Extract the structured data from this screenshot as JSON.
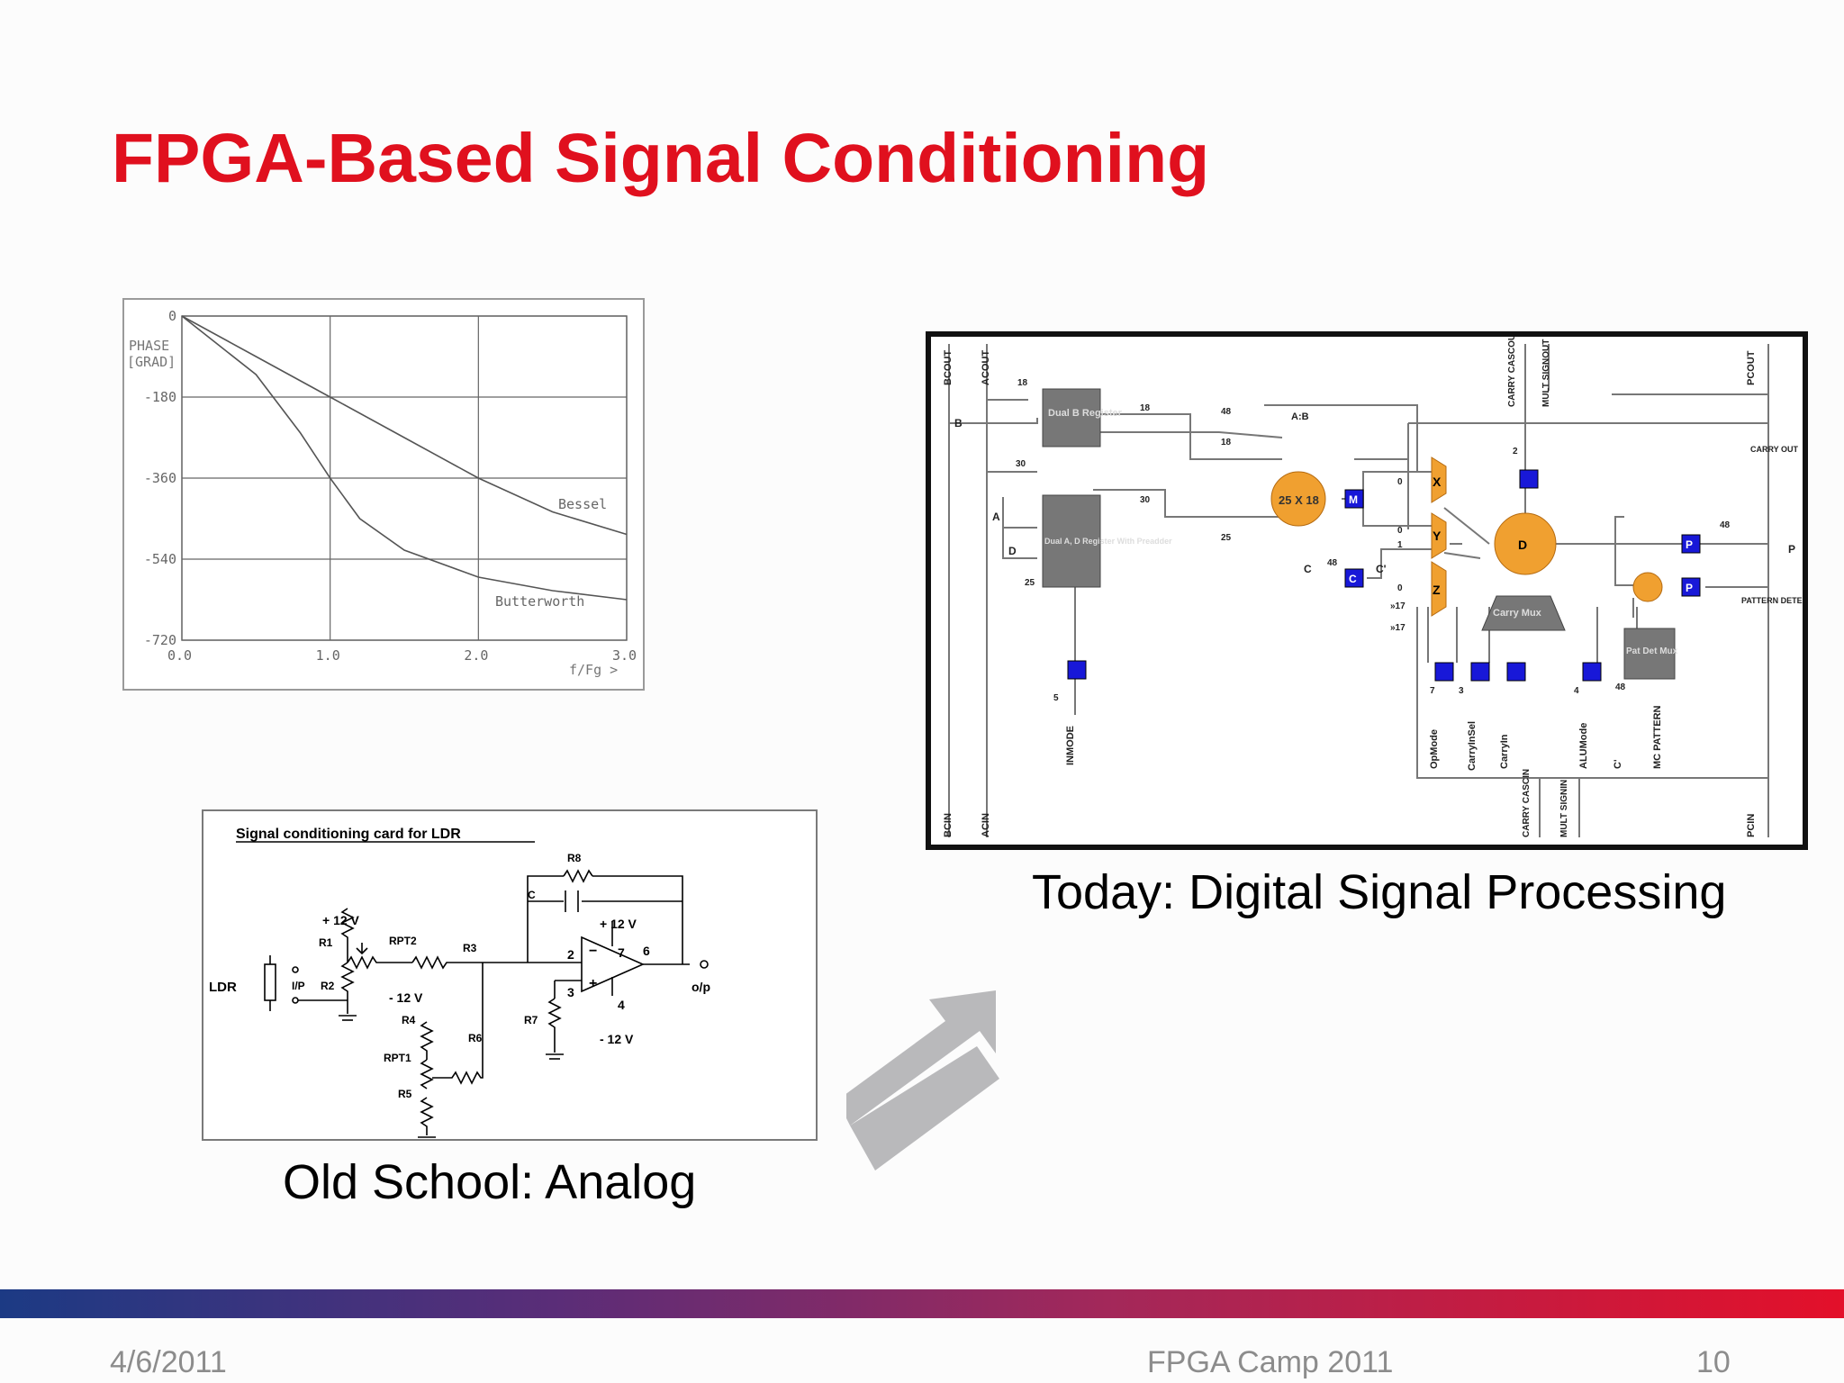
{
  "slide": {
    "title": "FPGA-Based Signal Conditioning",
    "caption_analog": "Old School: Analog",
    "caption_digital": "Today: Digital Signal Processing",
    "footer": {
      "date": "4/6/2011",
      "event": "FPGA Camp 2011",
      "page": "10"
    },
    "arrow_color": "#b9b9bb",
    "title_color": "#e0101e"
  },
  "phase_plot": {
    "y_axis_label_line1": "PHASE",
    "y_axis_label_line2": "[GRAD]",
    "x_axis_label": "f/Fg >",
    "curve_labels": [
      "Bessel",
      "Butterworth"
    ]
  },
  "chart_data": {
    "type": "line",
    "title": "",
    "xlabel": "f/Fg",
    "ylabel": "PHASE [GRAD]",
    "xlim": [
      0,
      3
    ],
    "ylim": [
      -720,
      0
    ],
    "x_ticks": [
      "0.0",
      "1.0",
      "2.0",
      "3.0"
    ],
    "y_ticks": [
      "0",
      "-180",
      "-360",
      "-540",
      "-720"
    ],
    "grid": true,
    "series": [
      {
        "name": "Bessel",
        "x": [
          0,
          0.5,
          1.0,
          1.5,
          2.0,
          2.5,
          3.0
        ],
        "values": [
          0,
          -90,
          -180,
          -270,
          -360,
          -435,
          -485
        ]
      },
      {
        "name": "Butterworth",
        "x": [
          0,
          0.5,
          0.8,
          1.0,
          1.2,
          1.5,
          2.0,
          2.5,
          3.0
        ],
        "values": [
          0,
          -130,
          -260,
          -360,
          -450,
          -520,
          -580,
          -610,
          -630
        ]
      }
    ]
  },
  "schematic": {
    "title": "Signal conditioning card for LDR",
    "labels": {
      "r8": "R8",
      "c": "C",
      "v12a": "+ 12 V",
      "v12b": "+ 12 V",
      "r1": "R1",
      "rpt2": "RPT2",
      "r3": "R3",
      "ldr": "LDR",
      "ip": "I/P",
      "r2": "R2",
      "vneg12a": "- 12 V",
      "r4": "R4",
      "r6": "R6",
      "rpt1": "RPT1",
      "r5": "R5",
      "r7": "R7",
      "vneg12b": "- 12 V",
      "op": "o/p",
      "pin2": "2",
      "pin3": "3",
      "pin4": "4",
      "pin6": "6",
      "pin7": "7",
      "minus": "−",
      "plus": "+"
    }
  },
  "dsp_diagram": {
    "labels": {
      "bcout": "BCOUT",
      "acout": "ACOUT",
      "carrycascout": "CARRY CASCOUT",
      "multsignout": "MULT SIGNOUT",
      "pcout": "PCOUT",
      "b": "B",
      "a": "A",
      "d": "D",
      "c": "C",
      "n18a": "18",
      "n18b": "18",
      "n18c": "18",
      "n48a": "48",
      "n30a": "30",
      "n30b": "30",
      "n25a": "25",
      "n25b": "25",
      "n48b": "48",
      "n48c": "48",
      "n48d": "48",
      "ab": "A:B",
      "dualb": "Dual B Register",
      "duala": "Dual A, D Register With Preadder",
      "mult": "25 X 18",
      "m": "M",
      "creg": "C",
      "cprime": "C'",
      "x": "X",
      "y": "Y",
      "z": "Z",
      "n0a": "0",
      "n0b": "0",
      "n1": "1",
      "n0c": "0",
      "n17a": "»17",
      "n17b": "»17",
      "n2": "2",
      "carrymux": "Carry Mux",
      "patdet": "Pat Det Mux",
      "p1": "P",
      "p2": "P",
      "pout": "P",
      "carryout": "CARRY OUT",
      "patterndetect": "PATTERN DETECT",
      "n5": "5",
      "n7": "7",
      "n3": "3",
      "n4": "4",
      "inmode": "INMODE",
      "opmode": "OpMode",
      "carryinsel": "CarryInSel",
      "carryin": "CarryIn",
      "alumode": "ALUMode",
      "cdprime": "C'",
      "mcpattern": "MC PATTERN",
      "bcin": "BCIN",
      "acin": "ACIN",
      "carrycascin": "CARRY CASCIN",
      "multsignin": "MULT SIGNIN",
      "pcin": "PCIN",
      "adder": "D"
    }
  }
}
